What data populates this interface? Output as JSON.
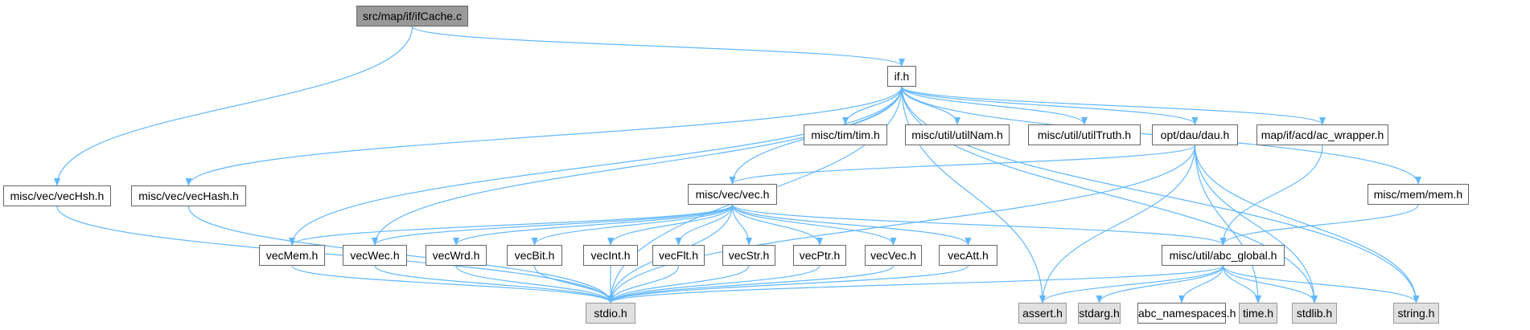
{
  "title": "Include dependency graph for src/map/if/ifCache.c",
  "edge_color": "#63b8ff",
  "nodes": {
    "ifCache": {
      "label": "src/map/if/ifCache.c",
      "kind": "root"
    },
    "if_h": {
      "label": "if.h",
      "kind": "normal"
    },
    "vecHsh": {
      "label": "misc/vec/vecHsh.h",
      "kind": "normal"
    },
    "vecHash": {
      "label": "misc/vec/vecHash.h",
      "kind": "normal"
    },
    "tim": {
      "label": "misc/tim/tim.h",
      "kind": "normal"
    },
    "utilNam": {
      "label": "misc/util/utilNam.h",
      "kind": "normal"
    },
    "utilTruth": {
      "label": "misc/util/utilTruth.h",
      "kind": "normal"
    },
    "dau": {
      "label": "opt/dau/dau.h",
      "kind": "normal"
    },
    "ac_wrapper": {
      "label": "map/if/acd/ac_wrapper.h",
      "kind": "normal"
    },
    "mem": {
      "label": "misc/mem/mem.h",
      "kind": "normal"
    },
    "vec": {
      "label": "misc/vec/vec.h",
      "kind": "normal"
    },
    "vecMem": {
      "label": "vecMem.h",
      "kind": "normal"
    },
    "vecWec": {
      "label": "vecWec.h",
      "kind": "normal"
    },
    "vecWrd": {
      "label": "vecWrd.h",
      "kind": "normal"
    },
    "vecBit": {
      "label": "vecBit.h",
      "kind": "normal"
    },
    "vecInt": {
      "label": "vecInt.h",
      "kind": "normal"
    },
    "vecFlt": {
      "label": "vecFlt.h",
      "kind": "normal"
    },
    "vecStr": {
      "label": "vecStr.h",
      "kind": "normal"
    },
    "vecPtr": {
      "label": "vecPtr.h",
      "kind": "normal"
    },
    "vecVec": {
      "label": "vecVec.h",
      "kind": "normal"
    },
    "vecAtt": {
      "label": "vecAtt.h",
      "kind": "normal"
    },
    "abc_global": {
      "label": "misc/util/abc_global.h",
      "kind": "normal"
    },
    "stdio": {
      "label": "stdio.h",
      "kind": "sys"
    },
    "assert": {
      "label": "assert.h",
      "kind": "sys"
    },
    "stdarg": {
      "label": "stdarg.h",
      "kind": "sys"
    },
    "abc_namespaces": {
      "label": "abc_namespaces.h",
      "kind": "normal"
    },
    "time": {
      "label": "time.h",
      "kind": "sys"
    },
    "stdlib": {
      "label": "stdlib.h",
      "kind": "sys"
    },
    "string": {
      "label": "string.h",
      "kind": "sys"
    }
  },
  "edges": [
    [
      "ifCache",
      "if_h"
    ],
    [
      "ifCache",
      "vecHsh"
    ],
    [
      "if_h",
      "vecHash"
    ],
    [
      "if_h",
      "tim"
    ],
    [
      "if_h",
      "utilNam"
    ],
    [
      "if_h",
      "utilTruth"
    ],
    [
      "if_h",
      "dau"
    ],
    [
      "if_h",
      "ac_wrapper"
    ],
    [
      "if_h",
      "mem"
    ],
    [
      "if_h",
      "vec"
    ],
    [
      "if_h",
      "vecMem"
    ],
    [
      "if_h",
      "vecWec"
    ],
    [
      "if_h",
      "stdio"
    ],
    [
      "if_h",
      "assert"
    ],
    [
      "if_h",
      "stdlib"
    ],
    [
      "if_h",
      "string"
    ],
    [
      "vecHsh",
      "stdio"
    ],
    [
      "vecHash",
      "stdio"
    ],
    [
      "dau",
      "vec"
    ],
    [
      "dau",
      "stdio"
    ],
    [
      "dau",
      "assert"
    ],
    [
      "dau",
      "time"
    ],
    [
      "dau",
      "stdlib"
    ],
    [
      "dau",
      "string"
    ],
    [
      "ac_wrapper",
      "abc_global"
    ],
    [
      "mem",
      "abc_global"
    ],
    [
      "vec",
      "vecMem"
    ],
    [
      "vec",
      "vecWec"
    ],
    [
      "vec",
      "vecWrd"
    ],
    [
      "vec",
      "vecBit"
    ],
    [
      "vec",
      "vecInt"
    ],
    [
      "vec",
      "vecFlt"
    ],
    [
      "vec",
      "vecStr"
    ],
    [
      "vec",
      "vecPtr"
    ],
    [
      "vec",
      "vecVec"
    ],
    [
      "vec",
      "vecAtt"
    ],
    [
      "vec",
      "abc_global"
    ],
    [
      "vec",
      "stdio"
    ],
    [
      "vecMem",
      "stdio"
    ],
    [
      "vecWec",
      "stdio"
    ],
    [
      "vecWrd",
      "stdio"
    ],
    [
      "vecBit",
      "stdio"
    ],
    [
      "vecInt",
      "stdio"
    ],
    [
      "vecFlt",
      "stdio"
    ],
    [
      "vecStr",
      "stdio"
    ],
    [
      "vecPtr",
      "stdio"
    ],
    [
      "vecVec",
      "stdio"
    ],
    [
      "vecAtt",
      "stdio"
    ],
    [
      "abc_global",
      "stdio"
    ],
    [
      "abc_global",
      "assert"
    ],
    [
      "abc_global",
      "stdarg"
    ],
    [
      "abc_global",
      "abc_namespaces"
    ],
    [
      "abc_global",
      "time"
    ],
    [
      "abc_global",
      "stdlib"
    ],
    [
      "abc_global",
      "string"
    ]
  ]
}
